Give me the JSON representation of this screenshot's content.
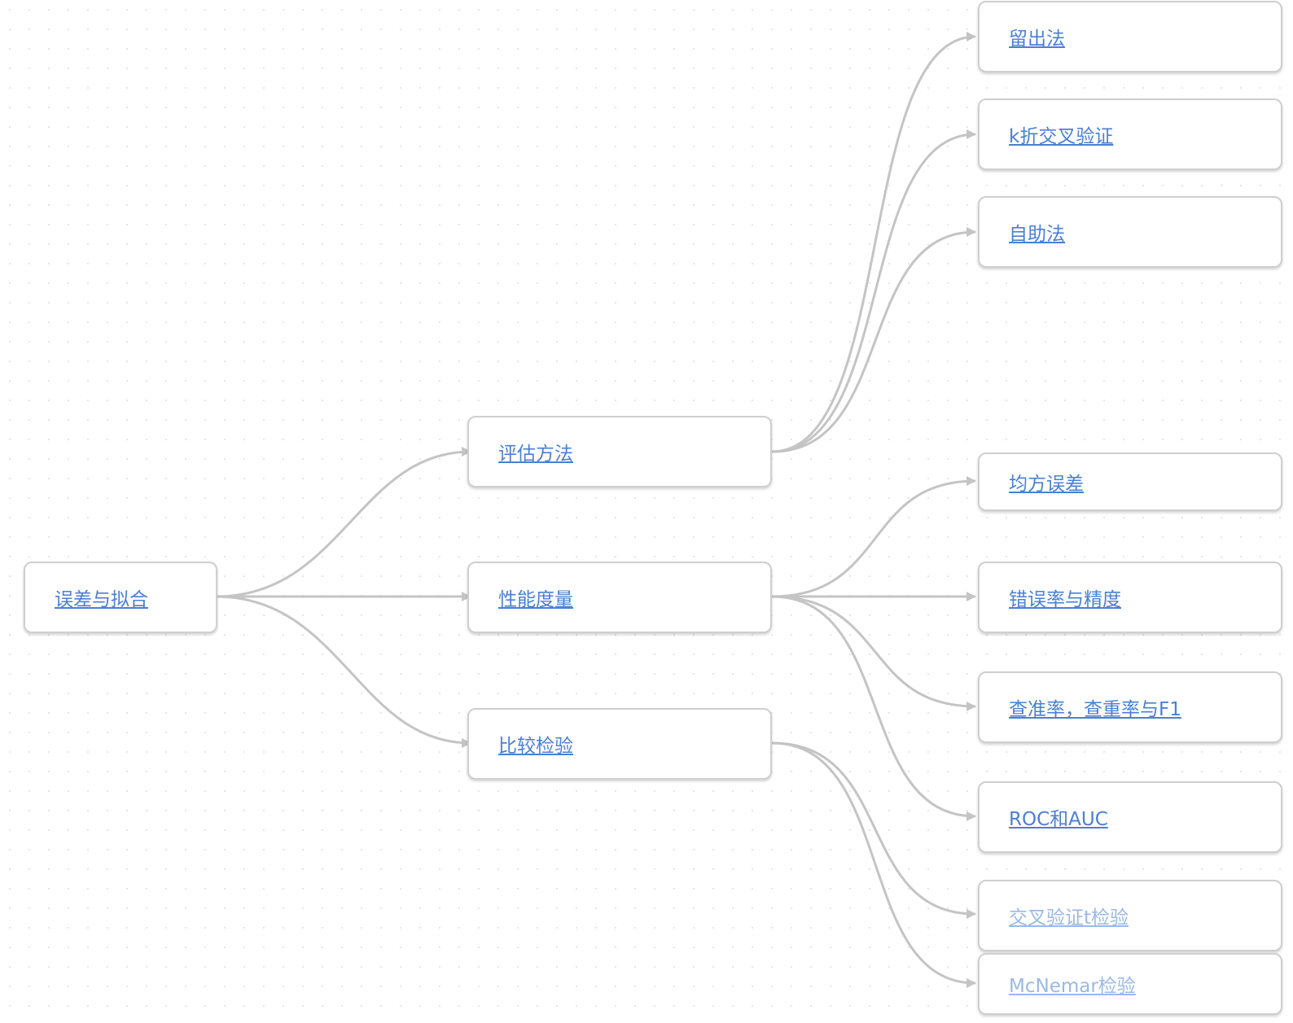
{
  "root": {
    "label": "误差与拟合"
  },
  "branches": [
    {
      "label": "评估方法",
      "children": [
        "留出法",
        "k折交叉验证",
        "自助法"
      ]
    },
    {
      "label": "性能度量",
      "children": [
        "均方误差",
        "错误率与精度",
        "查准率，查重率与F1",
        "ROC和AUC"
      ]
    },
    {
      "label": "比较检验",
      "children": [
        "交叉验证t检验",
        "McNemar检验"
      ]
    }
  ],
  "style": {
    "edge_color": "#c4c4c4",
    "link_color": "#4a7fd6",
    "faded_link_color": "#9ab8e8",
    "node_border_color": "#cfcfcf"
  }
}
